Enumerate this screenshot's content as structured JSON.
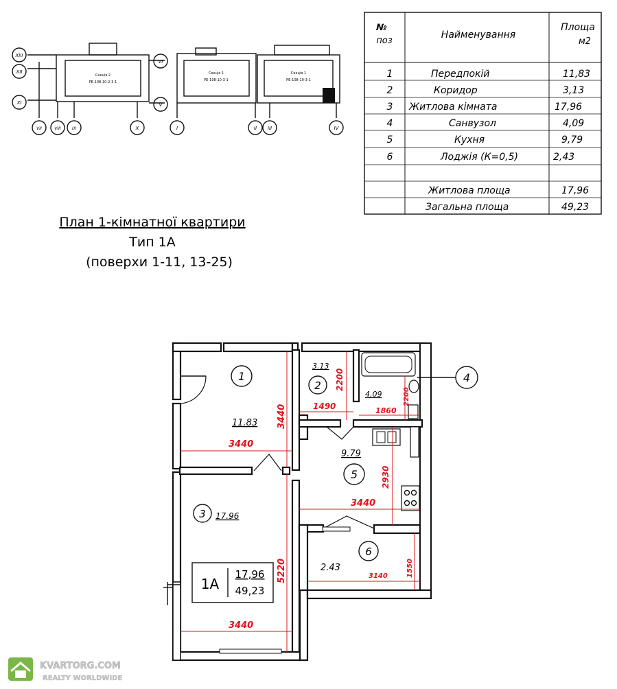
{
  "table": {
    "headers": {
      "num_line1": "№",
      "num_line2": "поз",
      "name": "Найменування",
      "area_line1": "Площа",
      "area_line2": "м2"
    },
    "rows": [
      {
        "num": "1",
        "name": "Передпокій",
        "area": "11,83"
      },
      {
        "num": "2",
        "name": "Коридор",
        "area": "3,13"
      },
      {
        "num": "3",
        "name": "Житлова кімната",
        "area": "17,96"
      },
      {
        "num": "4",
        "name": "Санвузол",
        "area": "4,09"
      },
      {
        "num": "5",
        "name": "Кухня",
        "area": "9,79"
      },
      {
        "num": "6",
        "name": "Лоджія (К=0,5)",
        "area": "2,43"
      }
    ],
    "totals": [
      {
        "name": "Житлова площа",
        "area": "17,96"
      },
      {
        "name": "Загальна площа",
        "area": "49,23"
      }
    ]
  },
  "heading": {
    "line1": "План 1-кімнатної квартири",
    "line2": "Тип 1А",
    "line3": "(поверхи 1-11, 13-25)"
  },
  "key_plan": {
    "axes_left": [
      "XIII",
      "XII",
      "XI",
      "VII",
      "VIII",
      "IX",
      "X"
    ],
    "axes_right": [
      "VI",
      "V",
      "I",
      "II",
      "III",
      "IV"
    ]
  },
  "plan": {
    "rooms": [
      {
        "num": "1",
        "area": "11.83"
      },
      {
        "num": "2",
        "area": "3.13"
      },
      {
        "num": "3",
        "area": "17.96"
      },
      {
        "num": "4",
        "area": "4.09"
      },
      {
        "num": "5",
        "area": "9.79"
      },
      {
        "num": "6",
        "area": "2.43"
      }
    ],
    "dims": {
      "d3440a": "3440",
      "d3440b": "3440",
      "d3440c": "3440",
      "d3440v": "3440",
      "d5220": "5220",
      "d2200": "2200",
      "d1490": "1490",
      "d1860": "1860",
      "d2200b": "2200",
      "d2930": "2930",
      "d1550": "1550",
      "d3140": "3140"
    },
    "stamp": {
      "type": "1А",
      "living": "17,96",
      "total": "49,23"
    }
  },
  "watermark": {
    "brand": "KVARTORG.COM",
    "tagline": "REALTY WORLDWIDE"
  }
}
